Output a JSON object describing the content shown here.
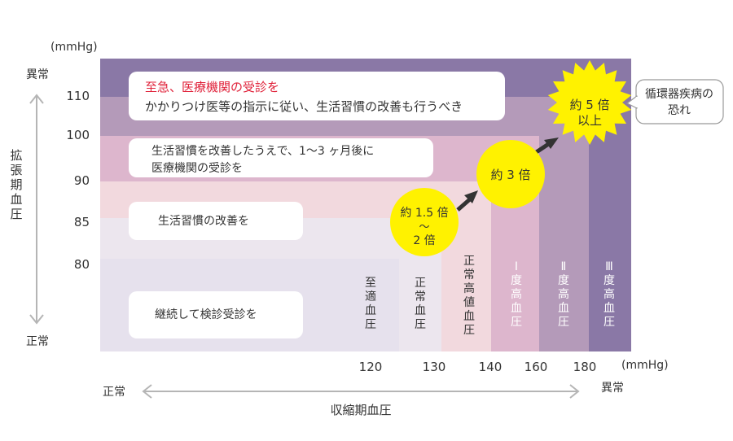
{
  "chart_data": {
    "type": "area",
    "title": "",
    "x_unit": "(mmHg)",
    "y_unit": "(mmHg)",
    "xlabel": "収縮期血圧",
    "ylabel": "拡張期血圧",
    "x_low_label": "正常",
    "x_high_label": "異常",
    "y_low_label": "正常",
    "y_high_label": "異常",
    "x_ticks": [
      "120",
      "130",
      "140",
      "160",
      "180"
    ],
    "y_ticks": [
      "80",
      "85",
      "90",
      "100",
      "110"
    ],
    "zones": [
      {
        "id": "normal",
        "label": "正常血圧",
        "x_max": 130,
        "y_max": 85,
        "color": "#ece6ee"
      },
      {
        "id": "normal-high",
        "label": "正常高値血圧",
        "x_max": 140,
        "y_max": 90,
        "color": "#f2d9de"
      },
      {
        "id": "grade1",
        "label": "Ⅰ度高血圧",
        "x_max": 160,
        "y_max": 100,
        "color": "#ddb6cd"
      },
      {
        "id": "grade2",
        "label": "Ⅱ度高血圧",
        "x_max": 180,
        "y_max": 110,
        "color": "#b49ab9"
      },
      {
        "id": "grade3",
        "label": "Ⅲ度高血圧",
        "x_max": null,
        "y_max": null,
        "color": "#8a78a6"
      }
    ],
    "column_labels": [
      {
        "id": "optimal",
        "label": "至適血圧"
      },
      {
        "id": "normal",
        "label": "正常血圧"
      },
      {
        "id": "normal-high",
        "label": "正常高値血圧"
      },
      {
        "id": "grade1",
        "label": "Ⅰ度高血圧"
      },
      {
        "id": "grade2",
        "label": "Ⅱ度高血圧"
      },
      {
        "id": "grade3",
        "label": "Ⅲ度高血圧"
      }
    ],
    "advice": [
      {
        "id": "urgent",
        "title": "至急、医療機関の受診を",
        "text": "かかりつけ医等の指示に従い、生活習慣の改善も行うべき"
      },
      {
        "id": "lifestyle-then-visit",
        "text": "生活習慣を改善したうえで、1〜3 ヶ月後に医療機関の受診を"
      },
      {
        "id": "lifestyle",
        "text": "生活習慣の改善を"
      },
      {
        "id": "checkup",
        "text": "継続して検診受診を"
      }
    ],
    "risk_multipliers": [
      {
        "id": "r1",
        "lines": [
          "約 1.5 倍",
          "〜",
          "2 倍"
        ]
      },
      {
        "id": "r2",
        "lines": [
          "約 3 倍"
        ]
      },
      {
        "id": "r3",
        "lines": [
          "約 5 倍",
          "以上"
        ]
      }
    ],
    "callout": {
      "lines": [
        "循環器疾病の",
        "恐れ"
      ]
    },
    "colors": {
      "accent_red": "#e0223a",
      "burst": "#fff200",
      "arrow": "#333333",
      "axis_arrow": "#b5b5b5"
    }
  }
}
